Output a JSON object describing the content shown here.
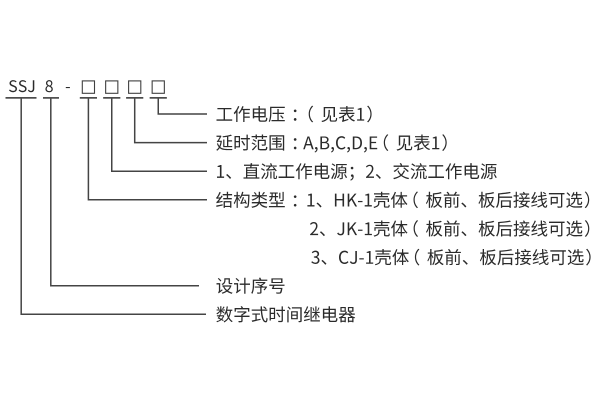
{
  "page": {
    "background": "#ffffff"
  },
  "colors": {
    "text": "#2b2b2b",
    "leader_line": "#444444",
    "underline": "#333333",
    "box_border": "#404040"
  },
  "model_code": {
    "prefix": "SSJ",
    "series": "8",
    "separator": "-",
    "placeholder_boxes": 4
  },
  "callouts": [
    {
      "label": "工作电压：（见表1）",
      "annotates": "box-4"
    },
    {
      "label": "延时范围：A,B,C,D,E（见表1）",
      "annotates": "box-3"
    },
    {
      "label": "1、直流工作电源；2、交流工作电源",
      "annotates": "box-2"
    },
    {
      "label": "结构类型：",
      "options": [
        "1、HK-1壳体（板前、板后接线可选）",
        "2、JK-1壳体（板前、板后接线可选）",
        "3、CJ-1壳体（板前、板后接线可选）"
      ],
      "annotates": "box-1"
    },
    {
      "label": "设计序号",
      "annotates": "series-digit"
    },
    {
      "label": "数字式时间继电器",
      "annotates": "prefix-letters"
    }
  ]
}
